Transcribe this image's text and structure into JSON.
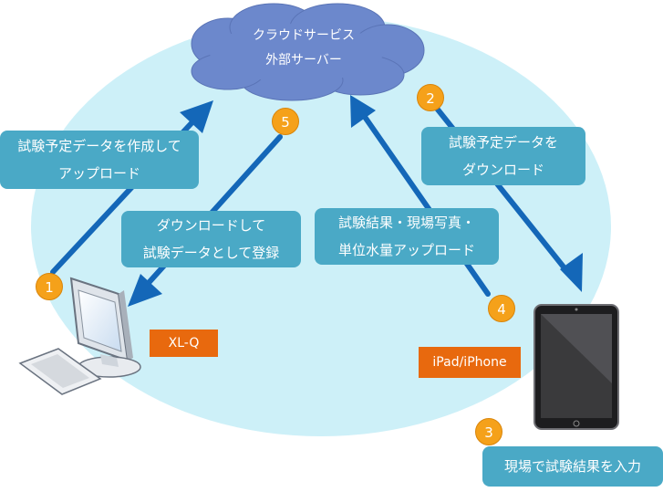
{
  "cloud": {
    "line1": "クラウドサービス",
    "line2": "外部サーバー"
  },
  "boxes": {
    "create_upload": [
      "試験予定データを作成して",
      "アップロード"
    ],
    "download_test": [
      "試験予定データを",
      "ダウンロード"
    ],
    "download_register": [
      "ダウンロードして",
      "試験データとして登録"
    ],
    "results_upload": [
      "試験結果・現場写真・",
      "単位水量アップロード"
    ],
    "field_input": "現場で試験結果を入力"
  },
  "tags": {
    "pc": "XL-Q",
    "tablet": "iPad/iPhone"
  },
  "steps": [
    "1",
    "2",
    "3",
    "4",
    "5"
  ],
  "colors": {
    "ellipse": "#cdf0f8",
    "cloud": "#6c88cc",
    "arrow": "#1467b8",
    "box": "#4aa9c6",
    "tag": "#e8690e",
    "step": "#f5a11a"
  }
}
